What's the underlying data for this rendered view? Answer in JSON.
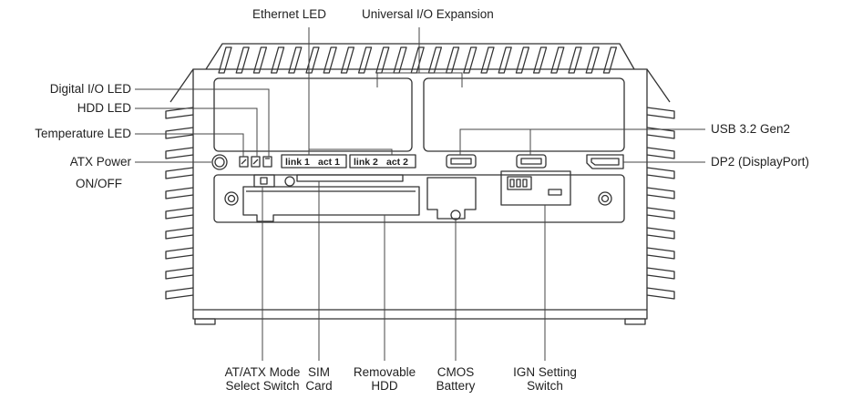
{
  "callouts": {
    "ethernet_led": "Ethernet LED",
    "universal_io": "Universal I/O Expansion",
    "digital_io_led": "Digital I/O LED",
    "hdd_led": "HDD LED",
    "temperature_led": "Temperature LED",
    "atx_power": "ATX Power",
    "on_off": "ON/OFF",
    "usb": "USB 3.2 Gen2",
    "dp2": "DP2 (DisplayPort)",
    "at_atx_mode_1": "AT/ATX Mode",
    "at_atx_mode_2": "Select Switch",
    "sim_1": "SIM",
    "sim_2": "Card",
    "hdd_1": "Removable",
    "hdd_2": "HDD",
    "cmos_1": "CMOS",
    "cmos_2": "Battery",
    "ign_1": "IGN Setting",
    "ign_2": "Switch"
  },
  "panel_labels": {
    "link1": "link 1",
    "act1": "act 1",
    "link2": "link 2",
    "act2": "act 2"
  }
}
